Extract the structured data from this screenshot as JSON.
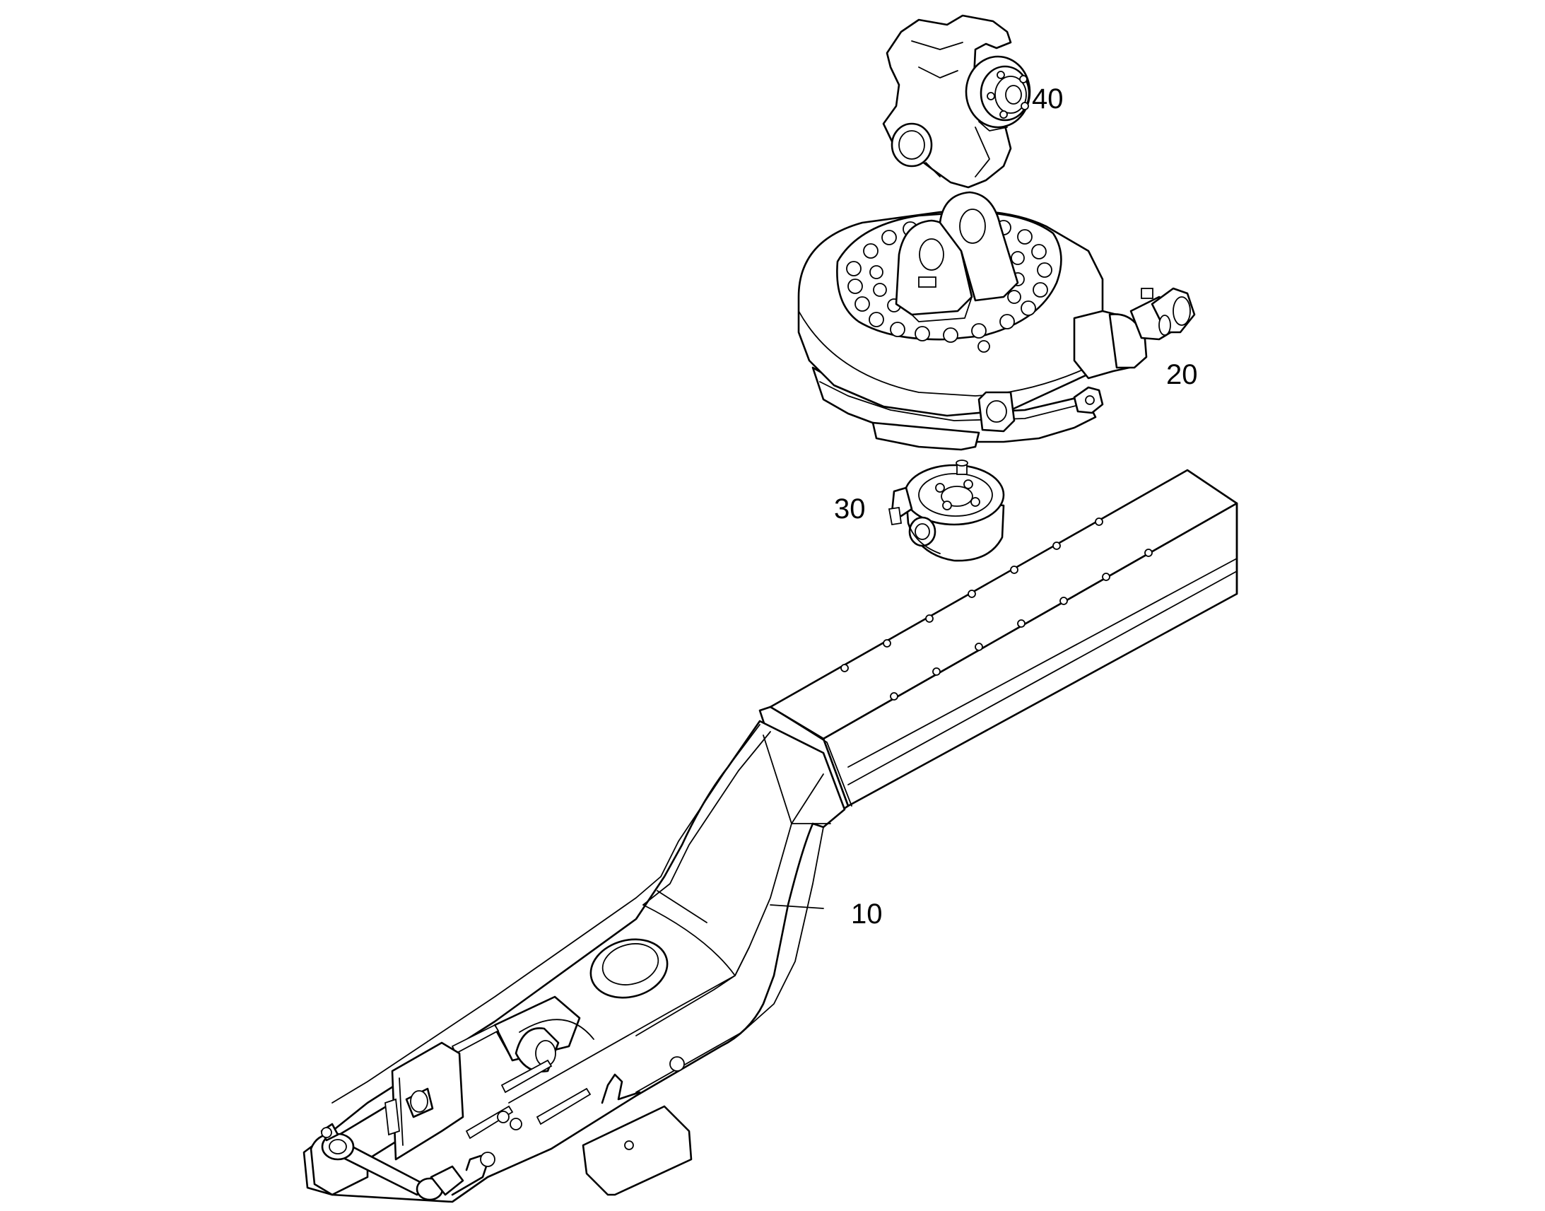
{
  "diagram": {
    "callouts": [
      {
        "id": "p10",
        "text": "10"
      },
      {
        "id": "p20",
        "text": "20"
      },
      {
        "id": "p30",
        "text": "30"
      },
      {
        "id": "p40",
        "text": "40"
      }
    ]
  }
}
